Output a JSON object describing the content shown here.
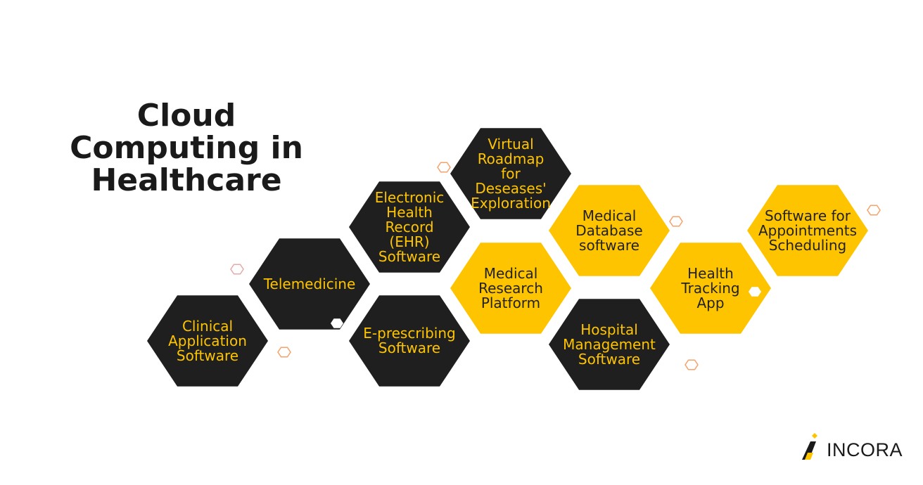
{
  "title_lines": [
    "Cloud",
    "Computing in",
    "Healthcare"
  ],
  "colors": {
    "dark": "#1f1f1f",
    "accent": "#ffc400",
    "outline_small": "#f5a26b",
    "outline_pink": "#e8a8a8"
  },
  "hexagons": [
    {
      "id": "clinical",
      "label": "Clinical Application Software",
      "theme": "dark"
    },
    {
      "id": "telemedicine",
      "label": "Telemedicine",
      "theme": "dark"
    },
    {
      "id": "ehr",
      "label": "Electronic Health Record (EHR) Software",
      "theme": "dark"
    },
    {
      "id": "eprescribing",
      "label": "E-prescribing Software",
      "theme": "dark"
    },
    {
      "id": "roadmap",
      "label": "Virtual Roadmap for Deseases' Exploration",
      "theme": "dark"
    },
    {
      "id": "research",
      "label": "Medical Research Platform",
      "theme": "yellow"
    },
    {
      "id": "database",
      "label": "Medical Database software",
      "theme": "yellow"
    },
    {
      "id": "hospital",
      "label": "Hospital Management Software",
      "theme": "dark"
    },
    {
      "id": "tracking",
      "label": "Health Tracking App",
      "theme": "yellow"
    },
    {
      "id": "appointments",
      "label": "Software for Appointments Scheduling",
      "theme": "yellow"
    }
  ],
  "logo": {
    "text": "INCORA"
  }
}
